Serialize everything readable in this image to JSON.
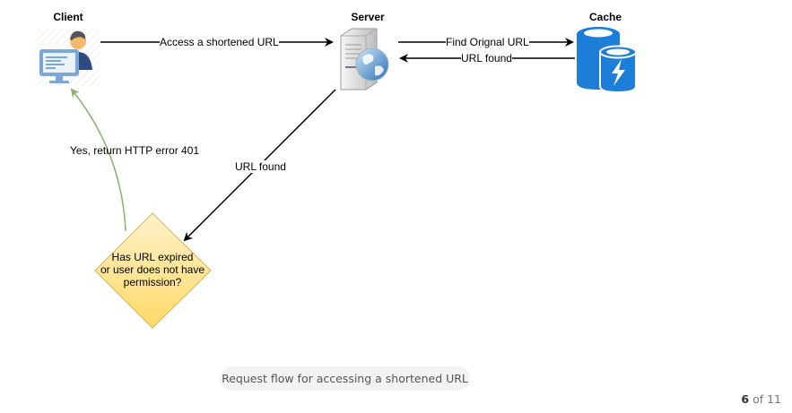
{
  "diagram": {
    "nodes": {
      "client": {
        "label": "Client",
        "icon": "client-computer-icon"
      },
      "server": {
        "label": "Server",
        "icon": "web-server-icon"
      },
      "cache": {
        "label": "Cache",
        "icon": "cache-database-icon"
      },
      "decision": {
        "label_lines": [
          "Has URL expired",
          "or user does not have",
          "permission?"
        ],
        "fill": "#ffd966",
        "stroke": "#d6b656"
      }
    },
    "edges": {
      "client_to_server": {
        "label": "Access a shortened URL"
      },
      "server_to_cache": {
        "label": "Find Orignal URL"
      },
      "cache_to_server": {
        "label": "URL found"
      },
      "server_to_decision": {
        "label": "URL found"
      },
      "decision_to_client": {
        "label": "Yes, return HTTP error 401",
        "color": "#82b366"
      }
    }
  },
  "caption": "Request flow for accessing a shortened URL",
  "pager": {
    "current": "6",
    "of_text": "of 11"
  }
}
